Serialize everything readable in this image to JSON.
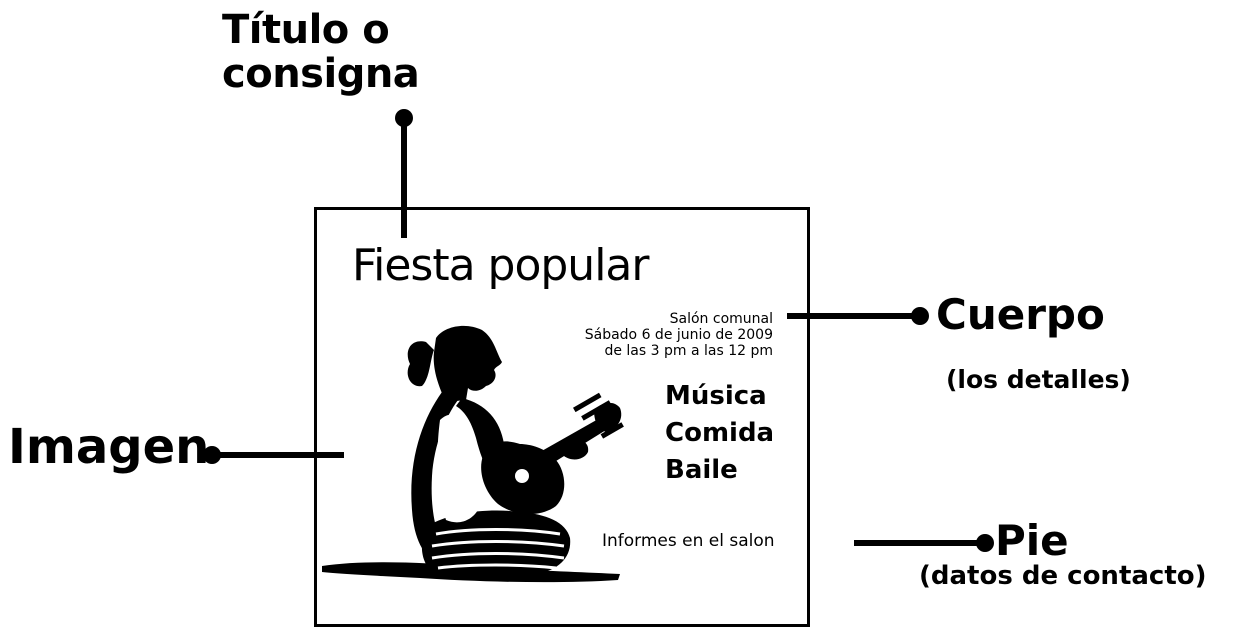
{
  "labels": {
    "titulo": [
      "Título o",
      "consigna"
    ],
    "cuerpo": "Cuerpo",
    "cuerpo_sub": "(los detalles)",
    "imagen": "Imagen",
    "pie": "Pie",
    "pie_sub": "(datos de contacto)"
  },
  "poster": {
    "title": "Fiesta popular",
    "details": [
      "Salón comunal",
      "Sábado 6 de junio de 2009",
      "de las 3 pm a las 12 pm"
    ],
    "activities": [
      "Música",
      "Comida",
      "Baile"
    ],
    "contact": "Informes en el salon"
  },
  "colors": {
    "ink": "#000000",
    "background": "#ffffff"
  }
}
